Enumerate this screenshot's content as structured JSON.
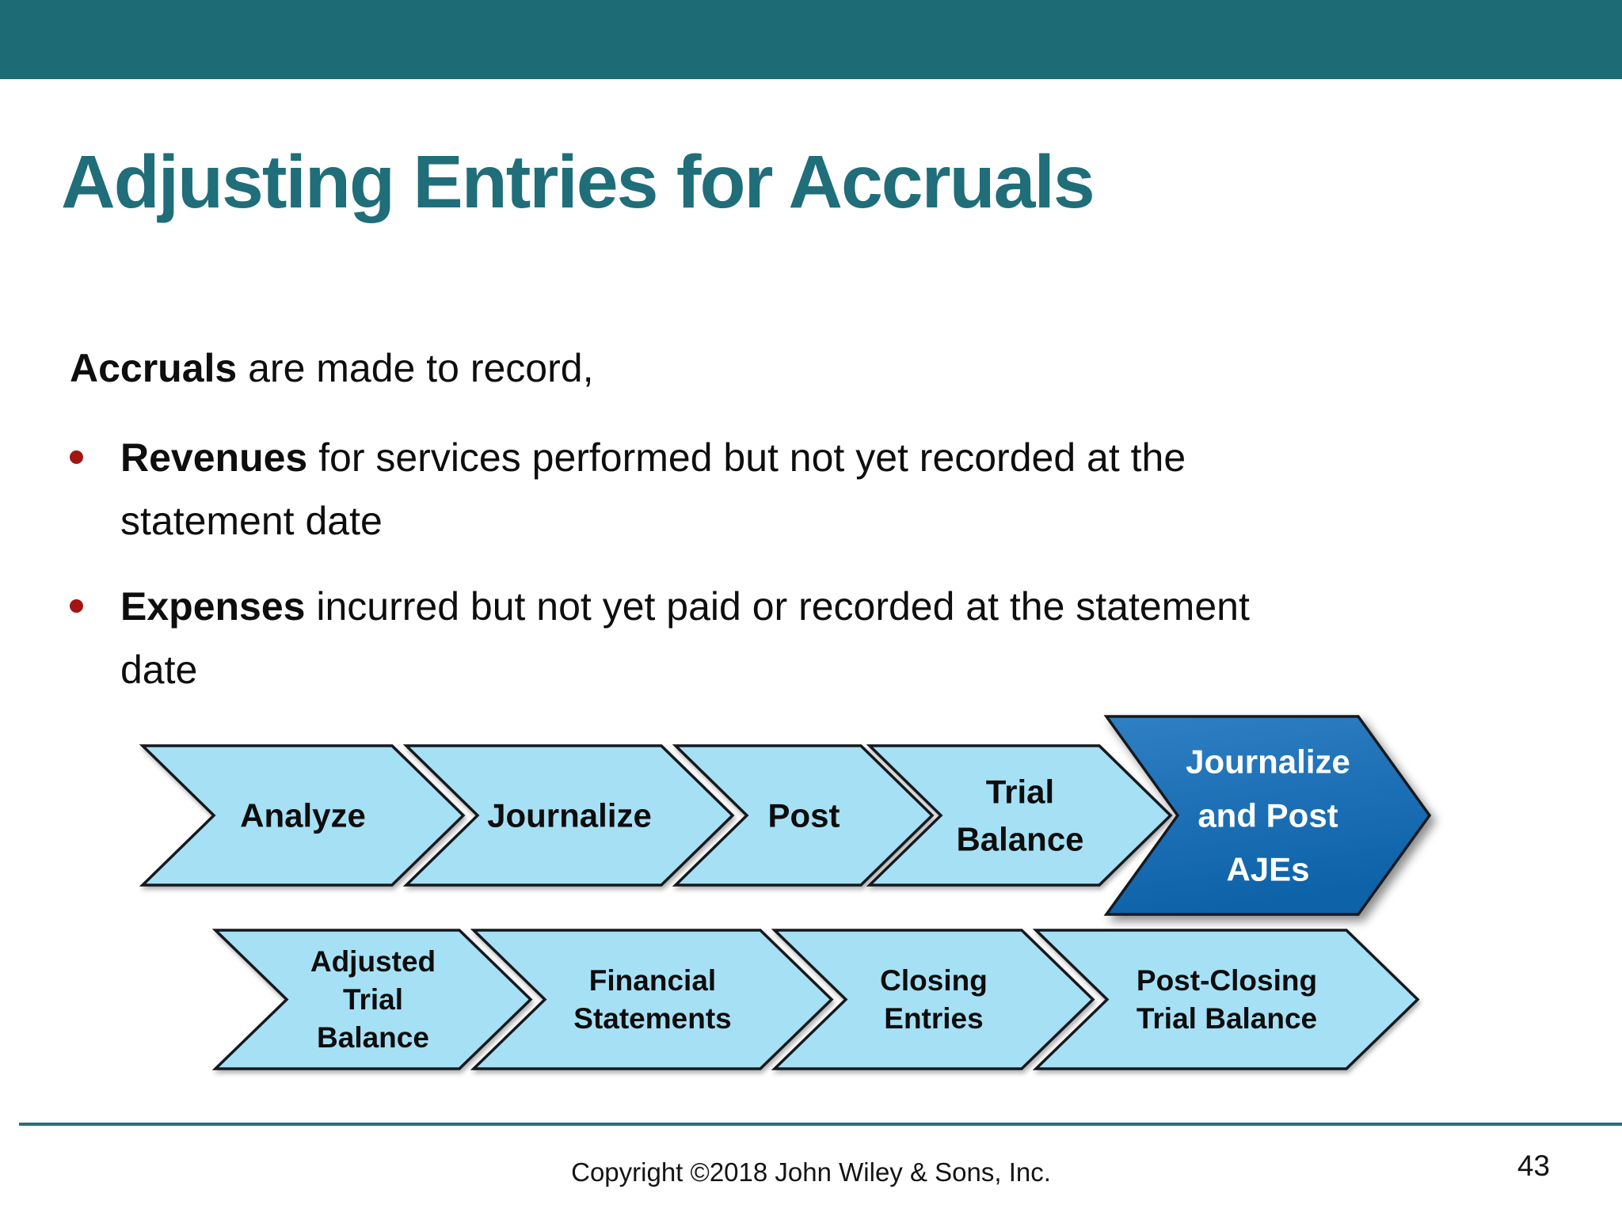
{
  "slide": {
    "title": "Adjusting Entries for Accruals",
    "intro": {
      "lead": "Accruals",
      "rest": " are made to record,"
    },
    "bullets": [
      {
        "lead": "Revenues",
        "rest": " for services performed but not yet recorded at the statement date"
      },
      {
        "lead": "Expenses",
        "rest": " incurred but not yet paid or recorded at the statement date"
      }
    ],
    "footer": {
      "copyright": "Copyright ©2018 John Wiley & Sons, Inc.",
      "page_number": "43"
    }
  },
  "flowchart": {
    "description": "Accounting cycle process arrows; highlighted step is current topic",
    "steps": [
      {
        "lines": [
          "Analyze"
        ],
        "highlight": false
      },
      {
        "lines": [
          "Journalize"
        ],
        "highlight": false
      },
      {
        "lines": [
          "Post"
        ],
        "highlight": false
      },
      {
        "lines": [
          "Trial",
          "Balance"
        ],
        "highlight": false
      },
      {
        "lines": [
          "Journalize",
          "and Post",
          "AJEs"
        ],
        "highlight": true
      },
      {
        "lines": [
          "Adjusted",
          "Trial",
          "Balance"
        ],
        "highlight": false
      },
      {
        "lines": [
          "Financial",
          "Statements"
        ],
        "highlight": false
      },
      {
        "lines": [
          "Closing",
          "Entries"
        ],
        "highlight": false
      },
      {
        "lines": [
          "Post-Closing",
          "Trial Balance"
        ],
        "highlight": false
      }
    ]
  },
  "colors": {
    "teal_bar": "#1D6B74",
    "title": "#1F6E79",
    "rule": "#27707B",
    "light_arrow": "#A6E0F5",
    "dark_arrow_top": "#2F7FC4",
    "dark_arrow_bottom": "#0D62A8",
    "arrow_outline": "#15191E",
    "bullet": "#A31414",
    "body_text": "#0E0E0E"
  }
}
